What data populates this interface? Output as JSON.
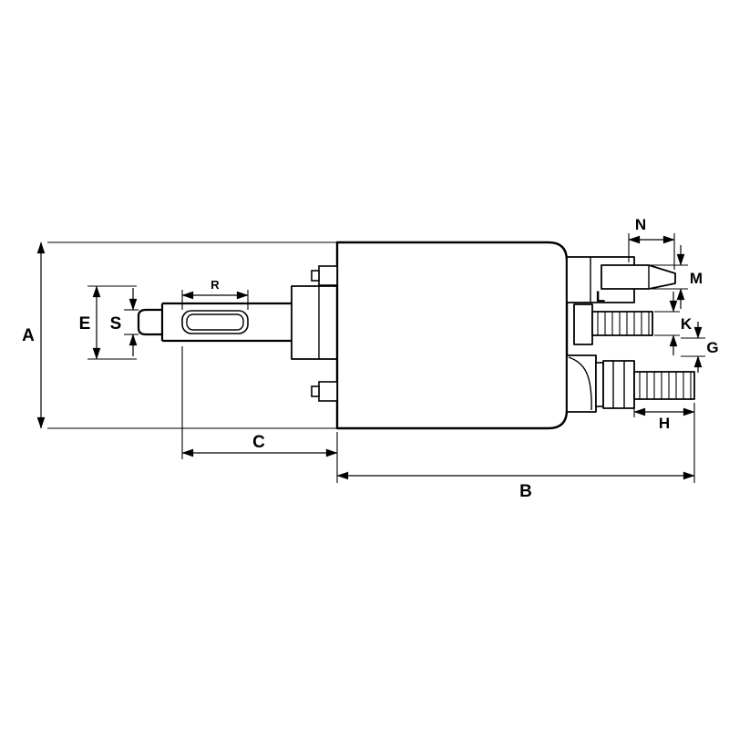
{
  "diagram": {
    "type": "technical-dimension-drawing",
    "subject": "starter solenoid switch side view with dimension callouts",
    "colors": {
      "background": "#ffffff",
      "line": "#000000"
    },
    "labels": {
      "a": "A",
      "b": "B",
      "c": "C",
      "e": "E",
      "s": "S",
      "r": "R",
      "n": "N",
      "m": "M",
      "l": "L",
      "k": "K",
      "g": "G",
      "h": "H"
    }
  }
}
